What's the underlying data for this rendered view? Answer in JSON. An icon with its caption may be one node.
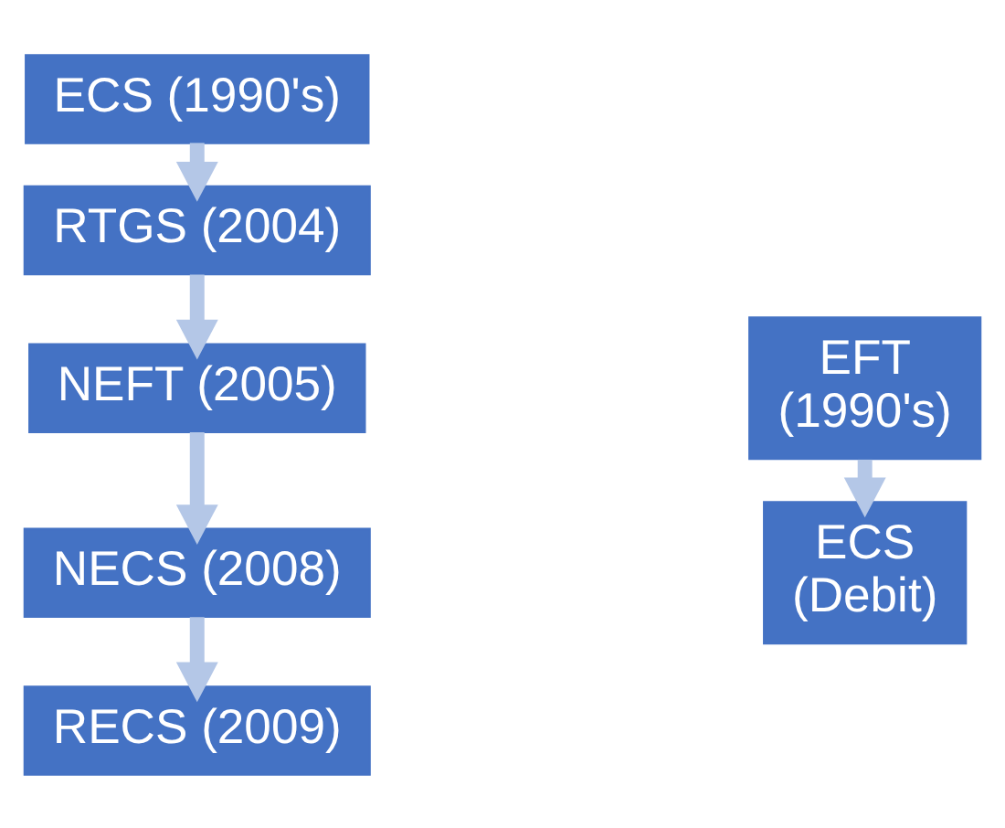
{
  "diagram": {
    "nodes": [
      {
        "text": [
          "ECS (1990's)"
        ]
      },
      {
        "text": [
          "RTGS (2004)"
        ]
      },
      {
        "text": [
          "NEFT (2005)"
        ]
      },
      {
        "text": [
          "NECS (2008)"
        ]
      },
      {
        "text": [
          "RECS (2009)"
        ]
      },
      {
        "text": [
          "EFT (1990's)"
        ]
      },
      {
        "text": [
          "ECS (Debit)"
        ]
      }
    ],
    "edges": [
      {
        "from": 0,
        "to": 1,
        "arrow": "to"
      },
      {
        "from": 1,
        "to": 2,
        "arrow": "to"
      },
      {
        "from": 2,
        "to": 3,
        "arrow": "to"
      },
      {
        "from": 3,
        "to": 4,
        "arrow": "to"
      },
      {
        "from": 5,
        "to": 6,
        "arrow": "to"
      }
    ]
  }
}
